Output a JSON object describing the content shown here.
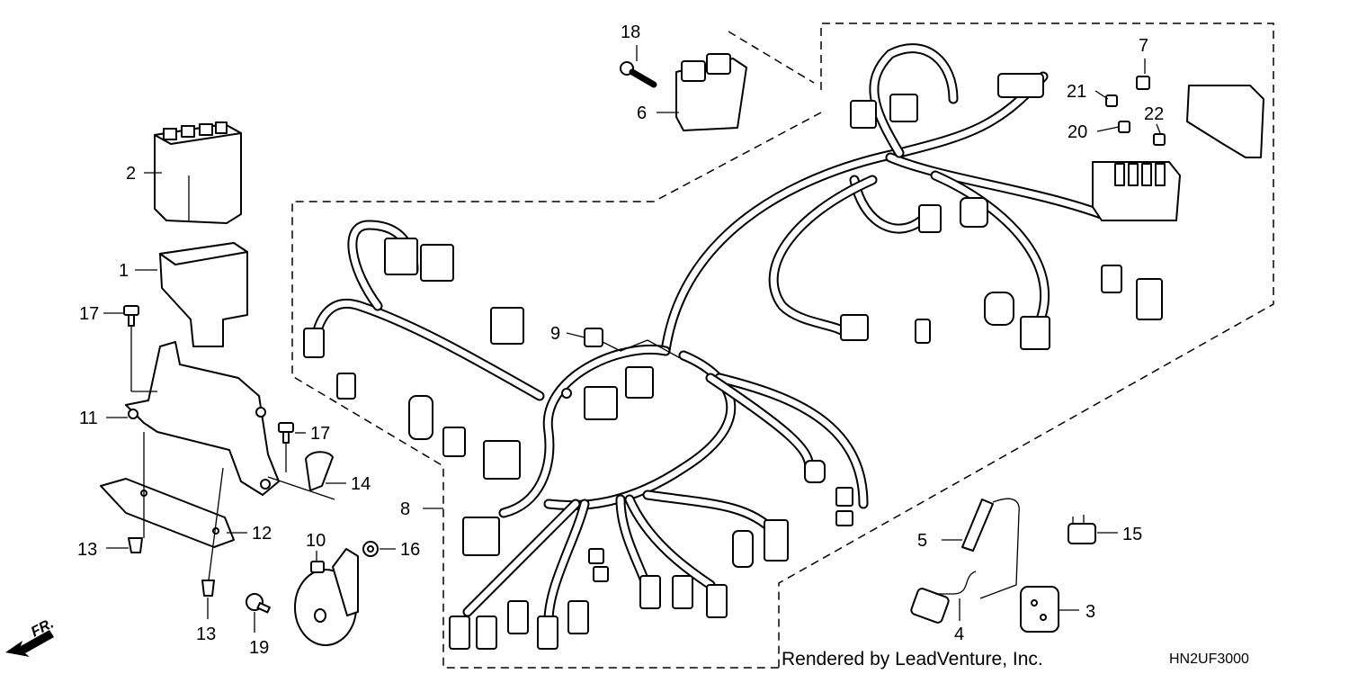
{
  "callouts": {
    "c1": "1",
    "c2": "2",
    "c3": "3",
    "c4": "4",
    "c5": "5",
    "c6": "6",
    "c7": "7",
    "c8": "8",
    "c9": "9",
    "c10": "10",
    "c11": "11",
    "c12": "12",
    "c13a": "13",
    "c13b": "13",
    "c14": "14",
    "c15": "15",
    "c16": "16",
    "c17a": "17",
    "c17b": "17",
    "c18": "18",
    "c19": "19",
    "c20": "20",
    "c21": "21",
    "c22": "22"
  },
  "footer": {
    "credit": "Rendered by LeadVenture, Inc.",
    "diagram_code": "HN2UF3000",
    "front_marker": "FR."
  }
}
